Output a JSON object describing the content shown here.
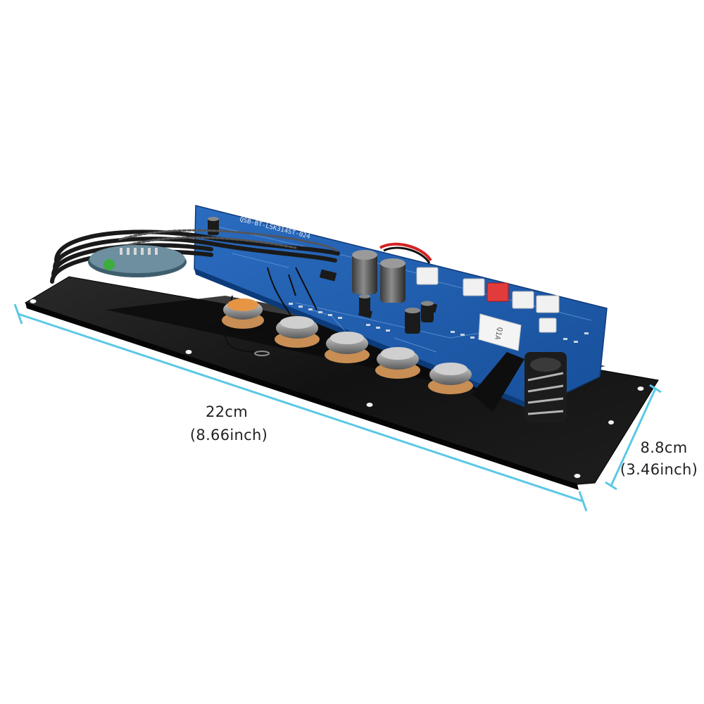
{
  "dimensions": {
    "length": {
      "metric": "22cm",
      "imperial": "(8.66inch)"
    },
    "width": {
      "metric": "8.8cm",
      "imperial": "(3.46inch)"
    }
  },
  "colors": {
    "dimension_line": "#5bc8e6",
    "mounting_plate": "#141414",
    "pcb": "#1f5fb0",
    "background": "#ffffff"
  },
  "board": {
    "silkscreen": "QSB-BT-LSK314ST-024",
    "relay_label": "Q1A"
  }
}
